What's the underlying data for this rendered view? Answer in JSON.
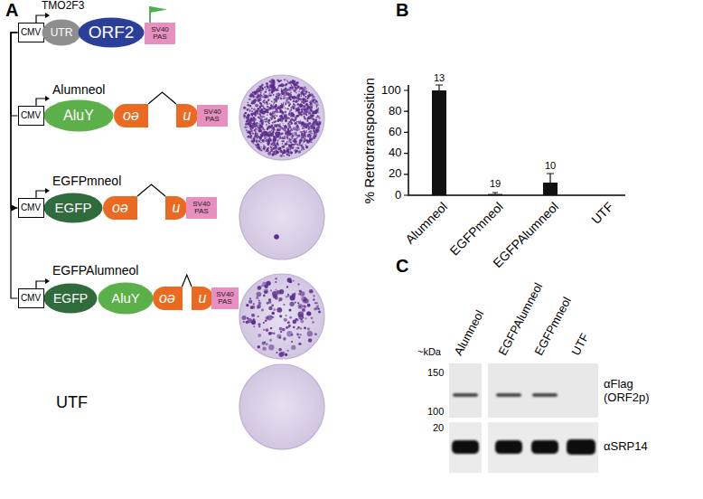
{
  "diagram": {
    "nodes": [
      {
        "text": [
          "CMV"
        ]
      },
      {
        "text": [
          "UTR"
        ]
      },
      {
        "text": [
          "ORF2"
        ]
      },
      {
        "text": [
          "SV40 PAS"
        ]
      },
      {
        "text": [
          "CMV"
        ]
      },
      {
        "text": [
          "AluY"
        ]
      },
      {
        "text": [
          "oə"
        ]
      },
      {
        "text": [
          "u"
        ]
      },
      {
        "text": [
          "SV40 PAS"
        ]
      },
      {
        "text": [
          "CMV"
        ]
      },
      {
        "text": [
          "EGFP"
        ]
      },
      {
        "text": [
          "oə"
        ]
      },
      {
        "text": [
          "u"
        ]
      },
      {
        "text": [
          "SV40 PAS"
        ]
      },
      {
        "text": [
          "CMV"
        ]
      },
      {
        "text": [
          "EGFP"
        ]
      },
      {
        "text": [
          "AluY"
        ]
      },
      {
        "text": [
          "oə"
        ]
      },
      {
        "text": [
          "u"
        ]
      },
      {
        "text": [
          "SV40 PAS"
        ]
      }
    ],
    "edges": [
      {
        "from": 0,
        "to": 4,
        "arrow": "none"
      },
      {
        "from": 0,
        "to": 9,
        "arrow": "to"
      },
      {
        "from": 0,
        "to": 14,
        "arrow": "none"
      },
      {
        "from": 6,
        "to": 7,
        "arrow": "none"
      },
      {
        "from": 11,
        "to": 12,
        "arrow": "none"
      },
      {
        "from": 17,
        "to": 18,
        "arrow": "none"
      }
    ],
    "labels": [
      "A",
      "TMO2F3",
      "Alumneol",
      "EGFPmneol",
      "EGFPAlumneol",
      "UTF",
      "B",
      "% Retrotransposition",
      "100",
      "80",
      "60",
      "40",
      "20",
      "0",
      "13",
      "19",
      "10",
      "Alumneol",
      "EGFPmneol",
      "EGFPAlumneol",
      "UTF",
      "C",
      "Alumneol",
      "EGFPAlumneol",
      "EGFPmneol",
      "UTF",
      "~kDa",
      "150",
      "100",
      "20",
      "αFlag (ORF2p)",
      "αSRP14"
    ]
  }
}
